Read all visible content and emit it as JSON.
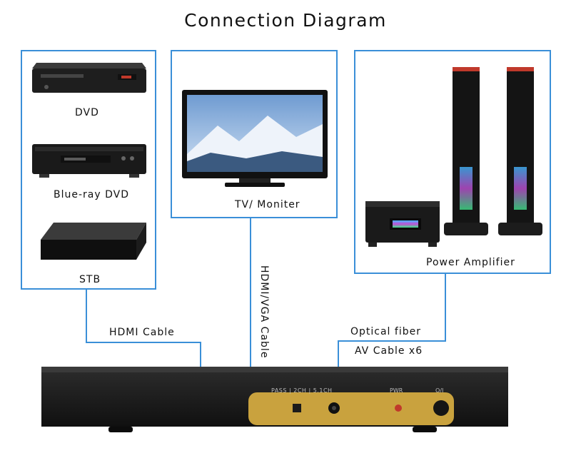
{
  "title": "Connection Diagram",
  "sources": {
    "items": [
      {
        "label": "DVD"
      },
      {
        "label": "Blue-ray DVD"
      },
      {
        "label": "STB"
      }
    ]
  },
  "tv": {
    "label": "TV/ Moniter"
  },
  "amplifier": {
    "label": "Power Amplifier"
  },
  "connections": {
    "hdmi": "HDMI Cable",
    "hdmi_vga": "HDMI/VGA Cable",
    "optical": "Optical fiber",
    "av": "AV Cable x6"
  },
  "device_panel": {
    "mode_pass": "PASS",
    "mode_2ch": "2CH",
    "mode_51ch": "5.1CH",
    "pwr": "PWR",
    "power_symbol": "O/I"
  },
  "colors": {
    "line": "#3a8fd8",
    "panel": "#c9a23e",
    "device": "#1b1b1b"
  }
}
